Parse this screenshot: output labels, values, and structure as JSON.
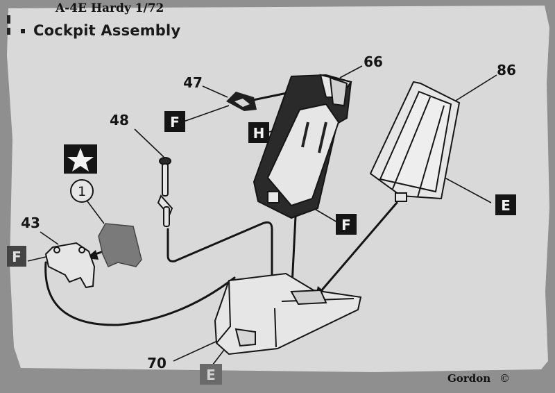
{
  "watermark": {
    "title": "A-4E Hardy 1/72",
    "credit": "Gordon",
    "copyright_symbol": "©"
  },
  "section": {
    "title": "Cockpit Assembly"
  },
  "parts": {
    "p66": "66",
    "p86": "86",
    "p47": "47",
    "p48": "48",
    "p43": "43",
    "p70": "70"
  },
  "sprue_tags": {
    "f_top": "F",
    "h_seat": "H",
    "f_seat": "F",
    "e_panel": "E",
    "f_left": "F",
    "e_bottom": "E"
  },
  "markers": {
    "step_number": "1",
    "star_icon": "star-icon"
  },
  "colors": {
    "paper": "#d9d9d9",
    "ink": "#151515",
    "shadow": "#8f8f8f",
    "part_fill": "#e6e6e6",
    "dark_fill": "#3a3a3a"
  }
}
